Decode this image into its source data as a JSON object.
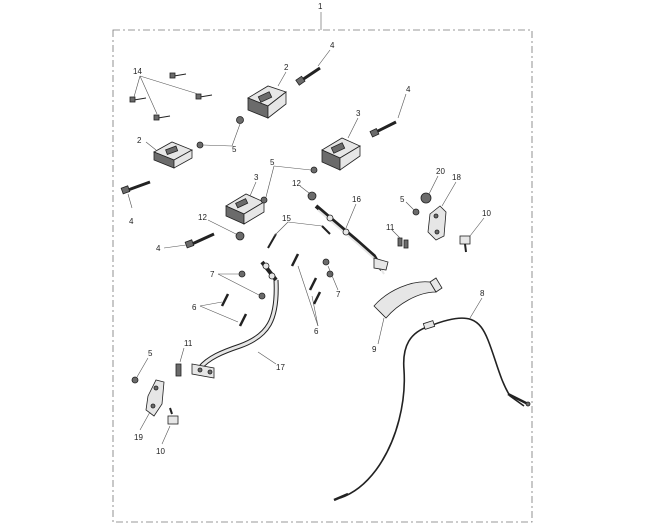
{
  "diagram": {
    "kit_callout": "1",
    "callouts": {
      "c1": "1",
      "c2a": "2",
      "c2b": "2",
      "c3a": "3",
      "c3b": "3",
      "c4a": "4",
      "c4b": "4",
      "c4c": "4",
      "c4d": "4",
      "c5a": "5",
      "c5b": "5",
      "c5c": "5",
      "c5d": "5",
      "c6": "6",
      "c6b": "6",
      "c7a": "7",
      "c7b": "7",
      "c8": "8",
      "c9": "9",
      "c10a": "10",
      "c10b": "10",
      "c11a": "11",
      "c11b": "11",
      "c12a": "12",
      "c12b": "12",
      "c14": "14",
      "c15": "15",
      "c16": "16",
      "c17": "17",
      "c18": "18",
      "c19": "19",
      "c20": "20"
    }
  }
}
